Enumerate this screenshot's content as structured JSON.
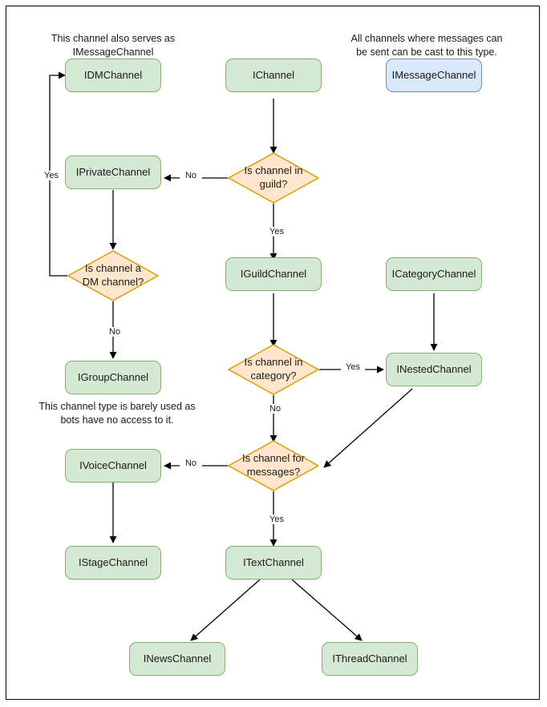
{
  "diagram": {
    "title": "Discord channel interface decision flowchart",
    "colors": {
      "green_fill": "#d5e8d4",
      "green_stroke": "#82b366",
      "blue_fill": "#dae8fc",
      "blue_stroke": "#6c8ebf",
      "diamond_fill": "#ffe6cc",
      "diamond_stroke": "#d79b00",
      "edge_stroke": "#000000",
      "canvas_border": "#000000"
    },
    "notes": [
      {
        "id": "note-dm",
        "text": "This channel also serves as IMessageChannel"
      },
      {
        "id": "note-message",
        "text": "All channels where messages can be sent can be cast to this type."
      },
      {
        "id": "note-group",
        "text": "This channel type is barely used as bots have no access to it."
      }
    ],
    "nodes": [
      {
        "id": "idmchannel",
        "label": "IDMChannel",
        "shape": "rounded-rect",
        "style": "green"
      },
      {
        "id": "ichannel",
        "label": "IChannel",
        "shape": "rounded-rect",
        "style": "green"
      },
      {
        "id": "imessagechannel",
        "label": "IMessageChannel",
        "shape": "rounded-rect",
        "style": "blue"
      },
      {
        "id": "iprivatechannel",
        "label": "IPrivateChannel",
        "shape": "rounded-rect",
        "style": "green"
      },
      {
        "id": "iguildchannel",
        "label": "IGuildChannel",
        "shape": "rounded-rect",
        "style": "green"
      },
      {
        "id": "icategorychannel",
        "label": "ICategoryChannel",
        "shape": "rounded-rect",
        "style": "green"
      },
      {
        "id": "igroupchannel",
        "label": "IGroupChannel",
        "shape": "rounded-rect",
        "style": "green"
      },
      {
        "id": "inestedchannel",
        "label": "INestedChannel",
        "shape": "rounded-rect",
        "style": "green"
      },
      {
        "id": "ivoicechannel",
        "label": "IVoiceChannel",
        "shape": "rounded-rect",
        "style": "green"
      },
      {
        "id": "itextchannel",
        "label": "ITextChannel",
        "shape": "rounded-rect",
        "style": "green"
      },
      {
        "id": "istagechannel",
        "label": "IStageChannel",
        "shape": "rounded-rect",
        "style": "green"
      },
      {
        "id": "inewschannel",
        "label": "INewsChannel",
        "shape": "rounded-rect",
        "style": "green"
      },
      {
        "id": "ithreadchannel",
        "label": "IThreadChannel",
        "shape": "rounded-rect",
        "style": "green"
      }
    ],
    "decisions": [
      {
        "id": "is-guild",
        "line1": "Is channel in",
        "line2": "guild?"
      },
      {
        "id": "is-dm",
        "line1": "Is channel a",
        "line2": "DM channel?"
      },
      {
        "id": "is-category",
        "line1": "Is channel in",
        "line2": "category?"
      },
      {
        "id": "is-messages",
        "line1": "Is channel for",
        "line2": "messages?"
      }
    ],
    "edge_labels": [
      {
        "id": "label-guild-no",
        "text": "No"
      },
      {
        "id": "label-guild-yes",
        "text": "Yes"
      },
      {
        "id": "label-dm-yes",
        "text": "Yes"
      },
      {
        "id": "label-dm-no",
        "text": "No"
      },
      {
        "id": "label-category-yes",
        "text": "Yes"
      },
      {
        "id": "label-category-no",
        "text": "No"
      },
      {
        "id": "label-messages-no",
        "text": "No"
      },
      {
        "id": "label-messages-yes",
        "text": "Yes"
      }
    ]
  }
}
